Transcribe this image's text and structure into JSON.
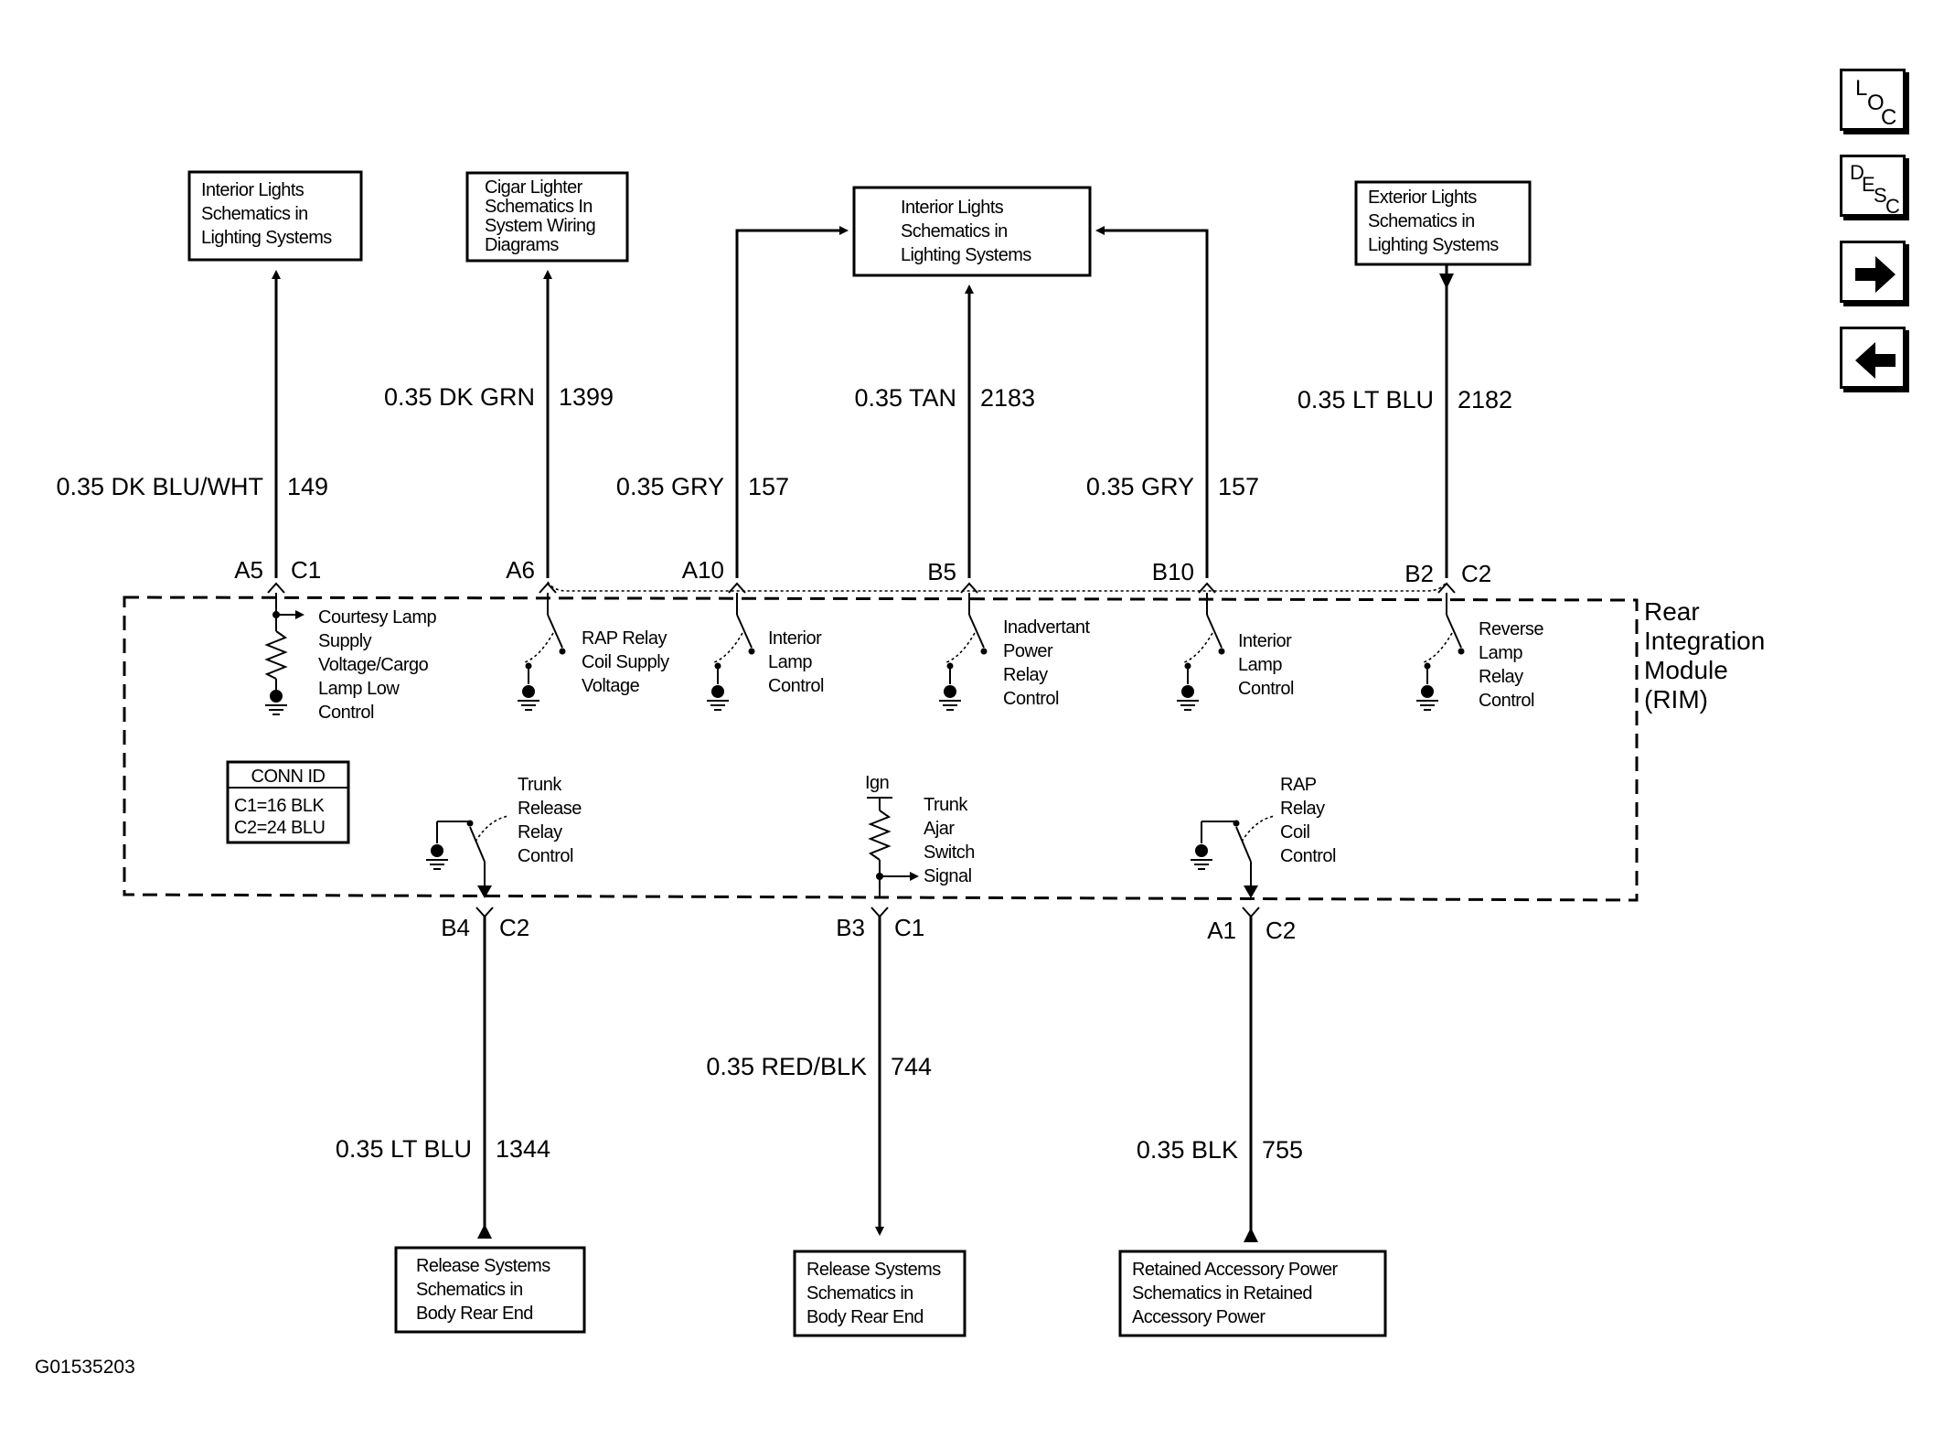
{
  "nav": {
    "loc": {
      "l1": "L",
      "l2": "O",
      "l3": "C"
    },
    "desc": {
      "l1": "D",
      "l2": "E",
      "l3": "S",
      "l4": "C"
    }
  },
  "figure_id": "G01535203",
  "module": {
    "line1": "Rear",
    "line2": "Integration",
    "line3": "Module",
    "line4": "(RIM)"
  },
  "conn_id": {
    "title": "CONN ID",
    "c1": "C1=16 BLK",
    "c2": "C2=24 BLU"
  },
  "top_boxes": [
    {
      "lines": [
        "Interior Lights",
        "Schematics in",
        "Lighting Systems"
      ]
    },
    {
      "lines": [
        "Cigar Lighter",
        "Schematics In",
        "System Wiring",
        "Diagrams"
      ]
    },
    {
      "lines": [
        "Interior Lights",
        "Schematics in",
        "Lighting Systems"
      ]
    },
    {
      "lines": [
        "Exterior Lights",
        "Schematics in",
        "Lighting Systems"
      ]
    }
  ],
  "bottom_boxes": [
    {
      "lines": [
        "Release Systems",
        "Schematics in",
        "Body Rear End"
      ]
    },
    {
      "lines": [
        "Release Systems",
        "Schematics in",
        "Body Rear End"
      ]
    },
    {
      "lines": [
        "Retained Accessory Power",
        "Schematics in Retained",
        "Accessory Power"
      ]
    }
  ],
  "wires": [
    {
      "gauge_color": "0.35 DK BLU/WHT",
      "circuit": "149"
    },
    {
      "gauge_color": "0.35 DK GRN",
      "circuit": "1399"
    },
    {
      "gauge_color": "0.35 GRY",
      "circuit": "157"
    },
    {
      "gauge_color": "0.35 TAN",
      "circuit": "2183"
    },
    {
      "gauge_color": "0.35 GRY",
      "circuit": "157"
    },
    {
      "gauge_color": "0.35 LT BLU",
      "circuit": "2182"
    },
    {
      "gauge_color": "0.35 LT BLU",
      "circuit": "1344"
    },
    {
      "gauge_color": "0.35 RED/BLK",
      "circuit": "744"
    },
    {
      "gauge_color": "0.35 BLK",
      "circuit": "755"
    }
  ],
  "pins": [
    {
      "pin": "A5",
      "conn": "C1"
    },
    {
      "pin": "A6"
    },
    {
      "pin": "A10"
    },
    {
      "pin": "B5"
    },
    {
      "pin": "B10"
    },
    {
      "pin": "B2",
      "conn": "C2"
    },
    {
      "pin": "B4",
      "conn": "C2"
    },
    {
      "pin": "B3",
      "conn": "C1"
    },
    {
      "pin": "A1",
      "conn": "C2"
    }
  ],
  "functions": [
    {
      "lines": [
        "Courtesy Lamp",
        "Supply",
        "Voltage/Cargo",
        "Lamp Low",
        "Control"
      ]
    },
    {
      "lines": [
        "RAP Relay",
        "Coil Supply",
        "Voltage"
      ]
    },
    {
      "lines": [
        "Interior",
        "Lamp",
        "Control"
      ]
    },
    {
      "lines": [
        "Inadvertant",
        "Power",
        "Relay",
        "Control"
      ]
    },
    {
      "lines": [
        "Interior",
        "Lamp",
        "Control"
      ]
    },
    {
      "lines": [
        "Reverse",
        "Lamp",
        "Relay",
        "Control"
      ]
    },
    {
      "lines": [
        "Trunk",
        "Release",
        "Relay",
        "Control"
      ]
    },
    {
      "lines": [
        "Trunk",
        "Ajar",
        "Switch",
        "Signal"
      ]
    },
    {
      "lines": [
        "RAP",
        "Relay",
        "Coil",
        "Control"
      ]
    }
  ],
  "ign_label": "Ign"
}
